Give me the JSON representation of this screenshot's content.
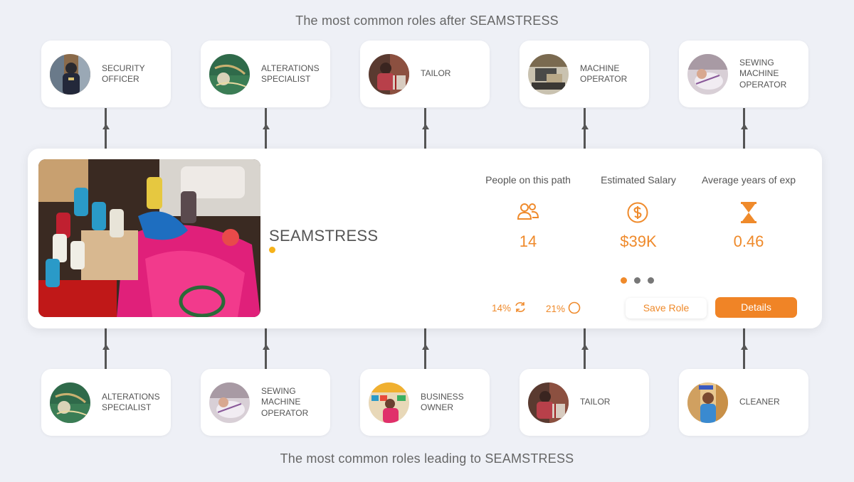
{
  "headings": {
    "top": "The most common roles after SEAMSTRESS",
    "bottom": "The most common roles leading to SEAMSTRESS"
  },
  "next_roles": [
    {
      "label": "SECURITY OFFICER"
    },
    {
      "label": "ALTERATIONS SPECIALIST"
    },
    {
      "label": "TAILOR"
    },
    {
      "label": "MACHINE OPERATOR"
    },
    {
      "label": "SEWING MACHINE OPERATOR"
    }
  ],
  "previous_roles": [
    {
      "label": "ALTERATIONS SPECIALIST"
    },
    {
      "label": "SEWING MACHINE OPERATOR"
    },
    {
      "label": "BUSINESS OWNER"
    },
    {
      "label": "TAILOR"
    },
    {
      "label": "CLEANER"
    }
  ],
  "main": {
    "role": "SEAMSTRESS",
    "stats": {
      "people": {
        "label": "People on this path",
        "value": "14",
        "icon": "people-icon"
      },
      "salary": {
        "label": "Estimated Salary",
        "value": "$39K",
        "icon": "dollar-icon"
      },
      "experience": {
        "label": "Average years of exp",
        "value": "0.46",
        "icon": "hourglass-icon"
      }
    },
    "mini": {
      "cycle": {
        "value": "14%",
        "icon": "refresh-icon"
      },
      "circle": {
        "value": "21%",
        "icon": "circle-icon"
      }
    },
    "save_label": "Save Role",
    "details_label": "Details",
    "pager": {
      "total": 3,
      "active": 1
    }
  },
  "colors": {
    "accent": "#ef8a2b",
    "button": "#f08426",
    "dot": "#f6b21a",
    "background": "#eef0f6"
  }
}
